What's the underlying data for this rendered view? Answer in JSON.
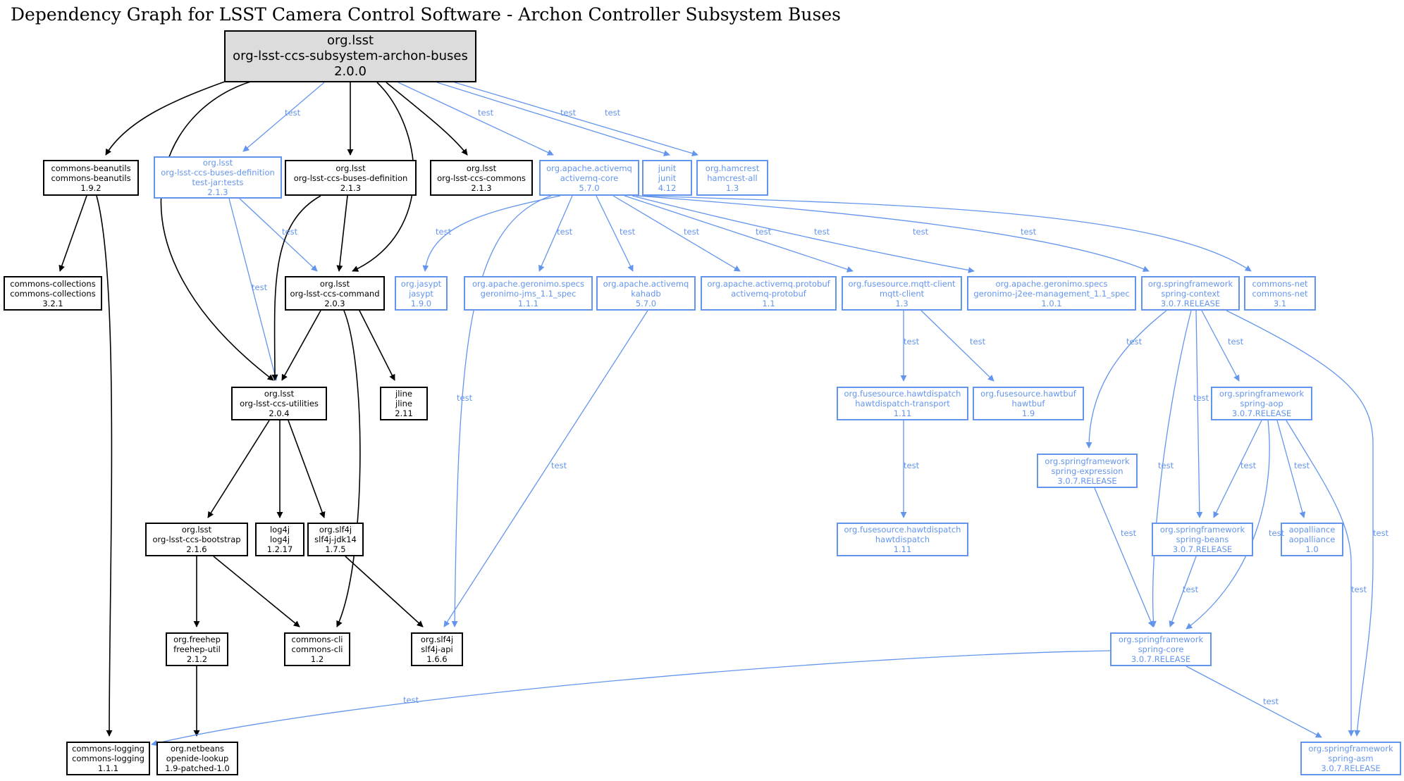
{
  "title": "Dependency Graph for LSST Camera Control Software - Archon Controller Subsystem Buses",
  "colors": {
    "compile": "#000000",
    "test": "#6495ed",
    "root_fill": "#dcdcdc"
  },
  "nodes": [
    {
      "id": "root",
      "group": "org.lsst",
      "artifact": "org-lsst-ccs-subsystem-archon-buses",
      "version": "2.0.0",
      "scope": "root"
    },
    {
      "id": "beanutils",
      "group": "commons-beanutils",
      "artifact": "commons-beanutils",
      "version": "1.9.2",
      "scope": "compile"
    },
    {
      "id": "busesdeftests",
      "group": "org.lsst",
      "artifact": "org-lsst-ccs-buses-definition",
      "classifier": "test-jar:tests",
      "version": "2.1.3",
      "scope": "test"
    },
    {
      "id": "busesdef",
      "group": "org.lsst",
      "artifact": "org-lsst-ccs-buses-definition",
      "version": "2.1.3",
      "scope": "compile"
    },
    {
      "id": "commons",
      "group": "org.lsst",
      "artifact": "org-lsst-ccs-commons",
      "version": "2.1.3",
      "scope": "compile"
    },
    {
      "id": "amqcore",
      "group": "org.apache.activemq",
      "artifact": "activemq-core",
      "version": "5.7.0",
      "scope": "test"
    },
    {
      "id": "junit",
      "group": "junit",
      "artifact": "junit",
      "version": "4.12",
      "scope": "test"
    },
    {
      "id": "hamcrest",
      "group": "org.hamcrest",
      "artifact": "hamcrest-all",
      "version": "1.3",
      "scope": "test"
    },
    {
      "id": "collections",
      "group": "commons-collections",
      "artifact": "commons-collections",
      "version": "3.2.1",
      "scope": "compile"
    },
    {
      "id": "command",
      "group": "org.lsst",
      "artifact": "org-lsst-ccs-command",
      "version": "2.0.3",
      "scope": "compile"
    },
    {
      "id": "jasypt",
      "group": "org.jasypt",
      "artifact": "jasypt",
      "version": "1.9.0",
      "scope": "test"
    },
    {
      "id": "gjms",
      "group": "org.apache.geronimo.specs",
      "artifact": "geronimo-jms_1.1_spec",
      "version": "1.1.1",
      "scope": "test"
    },
    {
      "id": "kahadb",
      "group": "org.apache.activemq",
      "artifact": "kahadb",
      "version": "5.7.0",
      "scope": "test"
    },
    {
      "id": "protobuf",
      "group": "org.apache.activemq.protobuf",
      "artifact": "activemq-protobuf",
      "version": "1.1",
      "scope": "test"
    },
    {
      "id": "mqtt",
      "group": "org.fusesource.mqtt-client",
      "artifact": "mqtt-client",
      "version": "1.3",
      "scope": "test"
    },
    {
      "id": "j2ee",
      "group": "org.apache.geronimo.specs",
      "artifact": "geronimo-j2ee-management_1.1_spec",
      "version": "1.0.1",
      "scope": "test"
    },
    {
      "id": "sctx",
      "group": "org.springframework",
      "artifact": "spring-context",
      "version": "3.0.7.RELEASE",
      "scope": "test"
    },
    {
      "id": "cnet",
      "group": "commons-net",
      "artifact": "commons-net",
      "version": "3.1",
      "scope": "test"
    },
    {
      "id": "utilities",
      "group": "org.lsst",
      "artifact": "org-lsst-ccs-utilities",
      "version": "2.0.4",
      "scope": "compile"
    },
    {
      "id": "jline",
      "group": "jline",
      "artifact": "jline",
      "version": "2.11",
      "scope": "compile"
    },
    {
      "id": "hdtransport",
      "group": "org.fusesource.hawtdispatch",
      "artifact": "hawtdispatch-transport",
      "version": "1.11",
      "scope": "test"
    },
    {
      "id": "hawtbuf",
      "group": "org.fusesource.hawtbuf",
      "artifact": "hawtbuf",
      "version": "1.9",
      "scope": "test"
    },
    {
      "id": "saop",
      "group": "org.springframework",
      "artifact": "spring-aop",
      "version": "3.0.7.RELEASE",
      "scope": "test"
    },
    {
      "id": "sexpr",
      "group": "org.springframework",
      "artifact": "spring-expression",
      "version": "3.0.7.RELEASE",
      "scope": "test"
    },
    {
      "id": "bootstrap",
      "group": "org.lsst",
      "artifact": "org-lsst-ccs-bootstrap",
      "version": "2.1.6",
      "scope": "compile"
    },
    {
      "id": "log4j",
      "group": "log4j",
      "artifact": "log4j",
      "version": "1.2.17",
      "scope": "compile"
    },
    {
      "id": "jdk14",
      "group": "org.slf4j",
      "artifact": "slf4j-jdk14",
      "version": "1.7.5",
      "scope": "compile"
    },
    {
      "id": "hawtdispatch",
      "group": "org.fusesource.hawtdispatch",
      "artifact": "hawtdispatch",
      "version": "1.11",
      "scope": "test"
    },
    {
      "id": "sbeans",
      "group": "org.springframework",
      "artifact": "spring-beans",
      "version": "3.0.7.RELEASE",
      "scope": "test"
    },
    {
      "id": "aopalliance",
      "group": "aopalliance",
      "artifact": "aopalliance",
      "version": "1.0",
      "scope": "test"
    },
    {
      "id": "freehep",
      "group": "org.freehep",
      "artifact": "freehep-util",
      "version": "2.1.2",
      "scope": "compile"
    },
    {
      "id": "cli",
      "group": "commons-cli",
      "artifact": "commons-cli",
      "version": "1.2",
      "scope": "compile"
    },
    {
      "id": "slf4japi",
      "group": "org.slf4j",
      "artifact": "slf4j-api",
      "version": "1.6.6",
      "scope": "compile"
    },
    {
      "id": "score",
      "group": "org.springframework",
      "artifact": "spring-core",
      "version": "3.0.7.RELEASE",
      "scope": "test"
    },
    {
      "id": "logging",
      "group": "commons-logging",
      "artifact": "commons-logging",
      "version": "1.1.1",
      "scope": "compile"
    },
    {
      "id": "netbeans",
      "group": "org.netbeans",
      "artifact": "openide-lookup",
      "version": "1.9-patched-1.0",
      "scope": "compile"
    },
    {
      "id": "sasm",
      "group": "org.springframework",
      "artifact": "spring-asm",
      "version": "3.0.7.RELEASE",
      "scope": "test"
    }
  ],
  "edges": [
    {
      "from": "root",
      "to": "beanutils",
      "scope": "compile",
      "label": ""
    },
    {
      "from": "root",
      "to": "utilities",
      "scope": "compile",
      "label": ""
    },
    {
      "from": "root",
      "to": "busesdeftests",
      "scope": "test",
      "label": "test"
    },
    {
      "from": "root",
      "to": "busesdef",
      "scope": "compile",
      "label": ""
    },
    {
      "from": "root",
      "to": "command",
      "scope": "compile",
      "label": ""
    },
    {
      "from": "root",
      "to": "commons",
      "scope": "compile",
      "label": ""
    },
    {
      "from": "root",
      "to": "amqcore",
      "scope": "test",
      "label": "test"
    },
    {
      "from": "root",
      "to": "junit",
      "scope": "test",
      "label": "test"
    },
    {
      "from": "root",
      "to": "hamcrest",
      "scope": "test",
      "label": "test"
    },
    {
      "from": "beanutils",
      "to": "collections",
      "scope": "compile",
      "label": ""
    },
    {
      "from": "beanutils",
      "to": "logging",
      "scope": "compile",
      "label": ""
    },
    {
      "from": "busesdeftests",
      "to": "command",
      "scope": "test",
      "label": "test"
    },
    {
      "from": "busesdeftests",
      "to": "utilities",
      "scope": "test",
      "label": "test"
    },
    {
      "from": "busesdef",
      "to": "command",
      "scope": "compile",
      "label": ""
    },
    {
      "from": "busesdef",
      "to": "utilities",
      "scope": "compile",
      "label": ""
    },
    {
      "from": "amqcore",
      "to": "jasypt",
      "scope": "test",
      "label": "test"
    },
    {
      "from": "amqcore",
      "to": "slf4japi",
      "scope": "test",
      "label": "test"
    },
    {
      "from": "amqcore",
      "to": "gjms",
      "scope": "test",
      "label": "test"
    },
    {
      "from": "amqcore",
      "to": "kahadb",
      "scope": "test",
      "label": "test"
    },
    {
      "from": "amqcore",
      "to": "protobuf",
      "scope": "test",
      "label": "test"
    },
    {
      "from": "amqcore",
      "to": "mqtt",
      "scope": "test",
      "label": "test"
    },
    {
      "from": "amqcore",
      "to": "j2ee",
      "scope": "test",
      "label": "test"
    },
    {
      "from": "amqcore",
      "to": "sctx",
      "scope": "test",
      "label": "test"
    },
    {
      "from": "amqcore",
      "to": "cnet",
      "scope": "test",
      "label": "test"
    },
    {
      "from": "command",
      "to": "utilities",
      "scope": "compile",
      "label": ""
    },
    {
      "from": "command",
      "to": "jline",
      "scope": "compile",
      "label": ""
    },
    {
      "from": "command",
      "to": "cli",
      "scope": "compile",
      "label": ""
    },
    {
      "from": "kahadb",
      "to": "slf4japi",
      "scope": "test",
      "label": "test"
    },
    {
      "from": "mqtt",
      "to": "hdtransport",
      "scope": "test",
      "label": "test"
    },
    {
      "from": "mqtt",
      "to": "hawtbuf",
      "scope": "test",
      "label": "test"
    },
    {
      "from": "sctx",
      "to": "sexpr",
      "scope": "test",
      "label": "test"
    },
    {
      "from": "sctx",
      "to": "score",
      "scope": "test",
      "label": "test"
    },
    {
      "from": "sctx",
      "to": "sbeans",
      "scope": "test",
      "label": "test"
    },
    {
      "from": "sctx",
      "to": "saop",
      "scope": "test",
      "label": "test"
    },
    {
      "from": "sctx",
      "to": "sasm",
      "scope": "test",
      "label": "test"
    },
    {
      "from": "utilities",
      "to": "bootstrap",
      "scope": "compile",
      "label": ""
    },
    {
      "from": "utilities",
      "to": "log4j",
      "scope": "compile",
      "label": ""
    },
    {
      "from": "utilities",
      "to": "jdk14",
      "scope": "compile",
      "label": ""
    },
    {
      "from": "hdtransport",
      "to": "hawtdispatch",
      "scope": "test",
      "label": "test"
    },
    {
      "from": "saop",
      "to": "sbeans",
      "scope": "test",
      "label": "test"
    },
    {
      "from": "saop",
      "to": "score",
      "scope": "test",
      "label": "test"
    },
    {
      "from": "saop",
      "to": "aopalliance",
      "scope": "test",
      "label": "test"
    },
    {
      "from": "saop",
      "to": "sasm",
      "scope": "test",
      "label": "test"
    },
    {
      "from": "sexpr",
      "to": "score",
      "scope": "test",
      "label": "test"
    },
    {
      "from": "bootstrap",
      "to": "freehep",
      "scope": "compile",
      "label": ""
    },
    {
      "from": "bootstrap",
      "to": "cli",
      "scope": "compile",
      "label": ""
    },
    {
      "from": "jdk14",
      "to": "slf4japi",
      "scope": "compile",
      "label": ""
    },
    {
      "from": "sbeans",
      "to": "score",
      "scope": "test",
      "label": "test"
    },
    {
      "from": "freehep",
      "to": "netbeans",
      "scope": "compile",
      "label": ""
    },
    {
      "from": "score",
      "to": "logging",
      "scope": "test",
      "label": "test"
    },
    {
      "from": "score",
      "to": "sasm",
      "scope": "test",
      "label": "test"
    }
  ]
}
